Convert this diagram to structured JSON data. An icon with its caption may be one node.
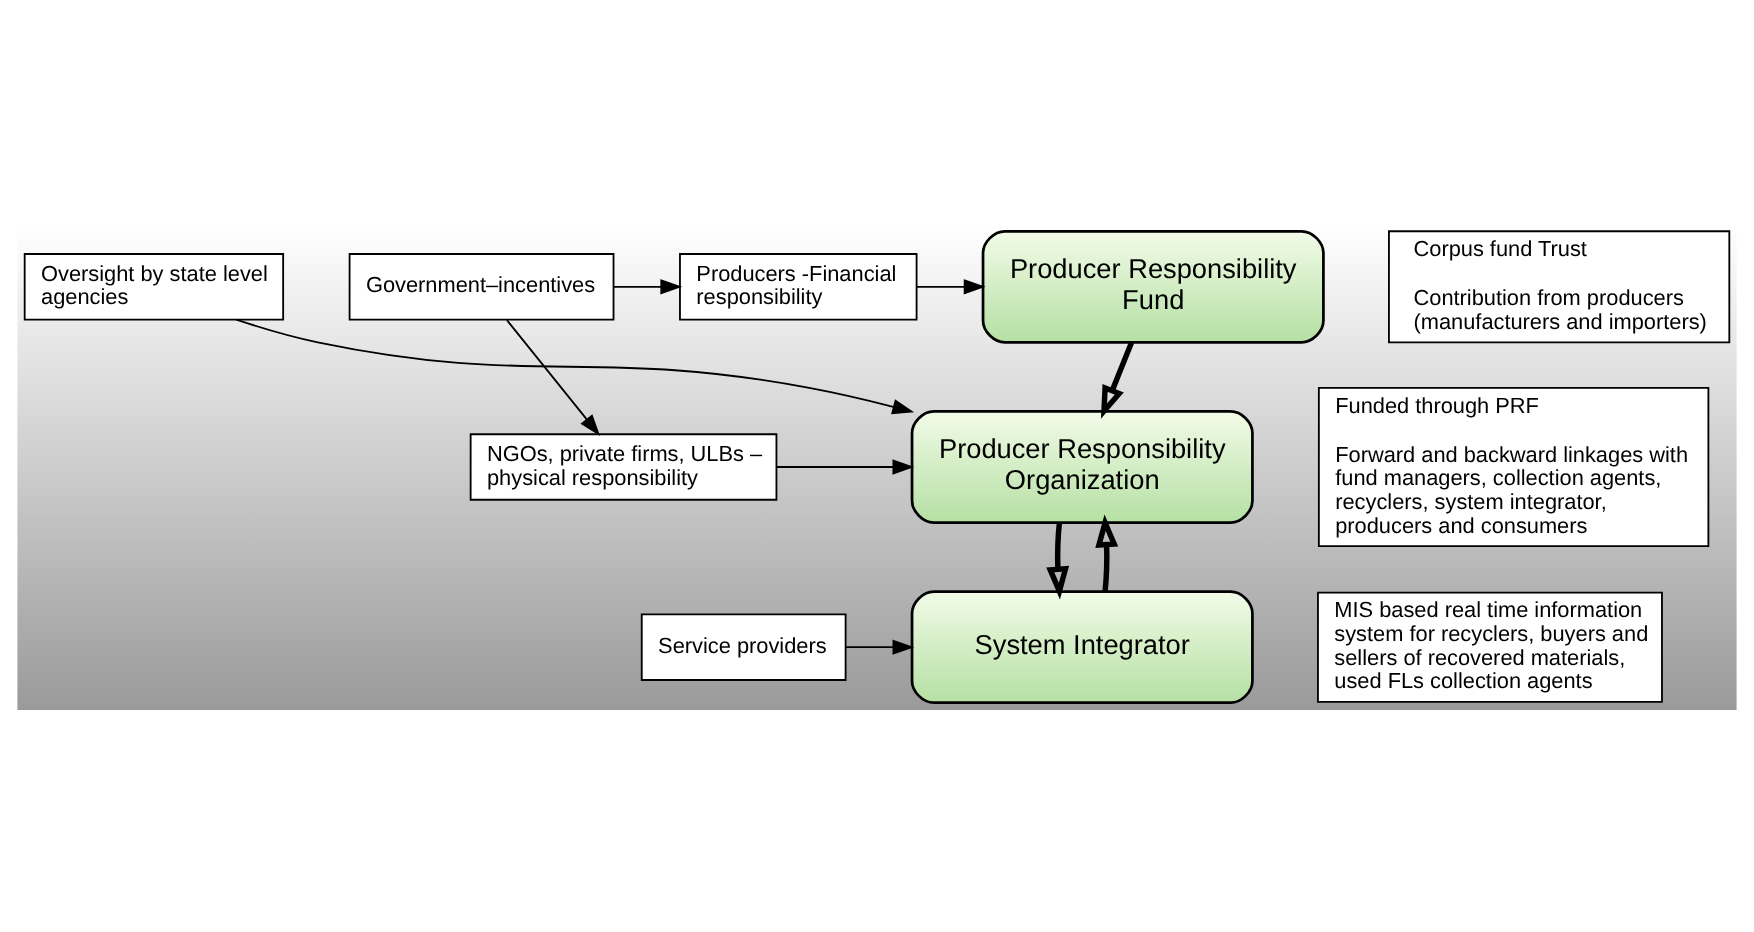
{
  "diagram": {
    "nodes": [
      {
        "text": [
          "Producer Responsibility Fund"
        ]
      },
      {
        "text": [
          "Producers -Financial responsibility"
        ]
      },
      {
        "text": [
          "Government–incentives"
        ]
      },
      {
        "text": [
          "NGOs, private firms, ULBs – physical responsibility"
        ]
      },
      {
        "text": [
          "Producer Responsibility Organization"
        ]
      },
      {
        "text": [
          "Oversight by state level agencies"
        ]
      },
      {
        "text": [
          "Service providers"
        ]
      },
      {
        "text": [
          "System Integrator"
        ]
      },
      {
        "text": [
          "Corpus fund Trust",
          "Contribution from producers (manufacturers and importers)"
        ]
      },
      {
        "text": [
          "Funded through PRF",
          "Forward and backward linkages with fund managers, collection agents, recyclers, system integrator,  producers and consumers"
        ]
      },
      {
        "text": [
          "MIS based real time information system for recyclers, buyers and sellers of recovered materials, used FLs collection agents"
        ]
      }
    ],
    "edges": [
      {
        "from": 1,
        "to": 0,
        "arrow": "to"
      },
      {
        "from": 2,
        "to": 1,
        "arrow": "to"
      },
      {
        "from": 2,
        "to": 3,
        "arrow": "to"
      },
      {
        "from": 0,
        "to": 4,
        "arrow": "to",
        "style": "thick"
      },
      {
        "from": 3,
        "to": 4,
        "arrow": "to"
      },
      {
        "from": 5,
        "to": 4,
        "arrow": "to"
      },
      {
        "from": 4,
        "to": 7,
        "arrow": "to",
        "style": "thick"
      },
      {
        "from": 7,
        "to": 4,
        "arrow": "to",
        "style": "thick"
      },
      {
        "from": 6,
        "to": 7,
        "arrow": "to"
      }
    ]
  }
}
